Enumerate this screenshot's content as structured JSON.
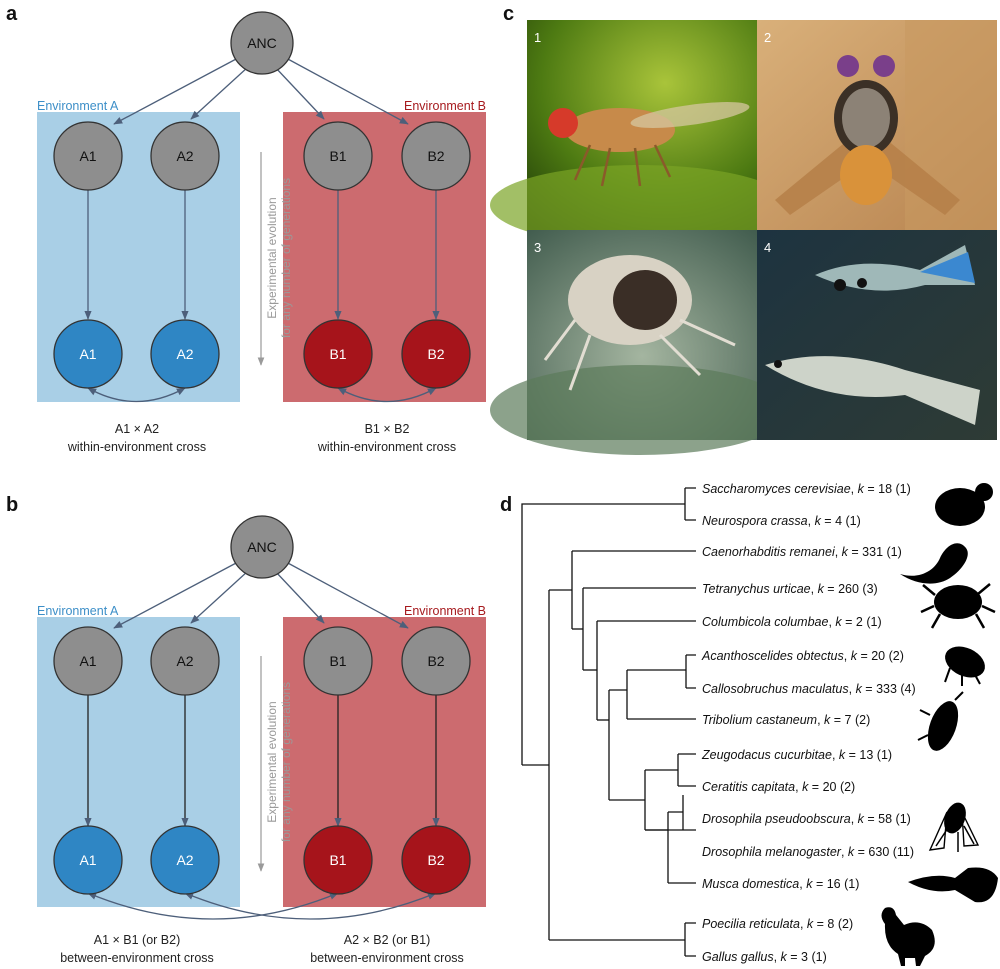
{
  "panels": {
    "a": "a",
    "b": "b",
    "c": "c",
    "d": "d"
  },
  "colors": {
    "env_a_bg": "#a9cfe6",
    "env_b_bg": "#cc6b6f",
    "grey_node": "#8e8e8e",
    "blue_node": "#2f86c4",
    "red_node": "#a6141b",
    "env_a_text": "#3d8fc8",
    "env_b_text": "#a61a1e",
    "line": "#4d5f7a"
  },
  "diagram_a": {
    "anc": "ANC",
    "env_a_label": "Environment A",
    "env_b_label": "Environment B",
    "top_nodes": [
      "A1",
      "A2",
      "B1",
      "B2"
    ],
    "bottom_nodes": [
      "A1",
      "A2",
      "B1",
      "B2"
    ],
    "vertical_label_1": "Experimental evolution",
    "vertical_label_2": "for any number of generations",
    "caption_left_1": "A1 × A2",
    "caption_left_2": "within-environment cross",
    "caption_right_1": "B1 × B2",
    "caption_right_2": "within-environment cross"
  },
  "diagram_b": {
    "anc": "ANC",
    "env_a_label": "Environment A",
    "env_b_label": "Environment B",
    "top_nodes": [
      "A1",
      "A2",
      "B1",
      "B2"
    ],
    "bottom_nodes": [
      "A1",
      "A2",
      "B1",
      "B2"
    ],
    "vertical_label_1": "Experimental evolution",
    "vertical_label_2": "for any number of generations",
    "caption_left_1": "A1 × B1 (or B2)",
    "caption_left_2": "between-environment cross",
    "caption_right_1": "A2 × B2 (or B1)",
    "caption_right_2": "between-environment cross"
  },
  "photos": [
    "1",
    "2",
    "3",
    "4"
  ],
  "tree": {
    "species": [
      {
        "name": "Saccharomyces cerevisiae",
        "k": "18 (1)"
      },
      {
        "name": "Neurospora crassa",
        "k": "4 (1)"
      },
      {
        "name": "Caenorhabditis remanei",
        "k": "331 (1)"
      },
      {
        "name": "Tetranychus urticae",
        "k": "260 (3)"
      },
      {
        "name": "Columbicola columbae",
        "k": "2 (1)"
      },
      {
        "name": "Acanthoscelides obtectus",
        "k": "20 (2)"
      },
      {
        "name": "Callosobruchus maculatus",
        "k": "333 (4)"
      },
      {
        "name": "Tribolium castaneum",
        "k": "7 (2)"
      },
      {
        "name": "Zeugodacus cucurbitae",
        "k": "13 (1)"
      },
      {
        "name": "Ceratitis capitata",
        "k": "20 (2)"
      },
      {
        "name": "Drosophila pseudoobscura",
        "k": "58 (1)"
      },
      {
        "name": "Drosophila melanogaster",
        "k": "630 (11)"
      },
      {
        "name": "Musca domestica",
        "k": "16 (1)"
      },
      {
        "name": "Poecilia reticulata",
        "k": "8 (2)"
      },
      {
        "name": "Gallus gallus",
        "k": "3 (1)"
      }
    ],
    "k_prefix": "k",
    "silhouettes": [
      "yeast-silhouette",
      "worm-silhouette",
      "mite-silhouette",
      "beetle-silhouette",
      "flour-beetle-silhouette",
      "fly-silhouette",
      "guppy-silhouette",
      "rooster-silhouette"
    ]
  }
}
